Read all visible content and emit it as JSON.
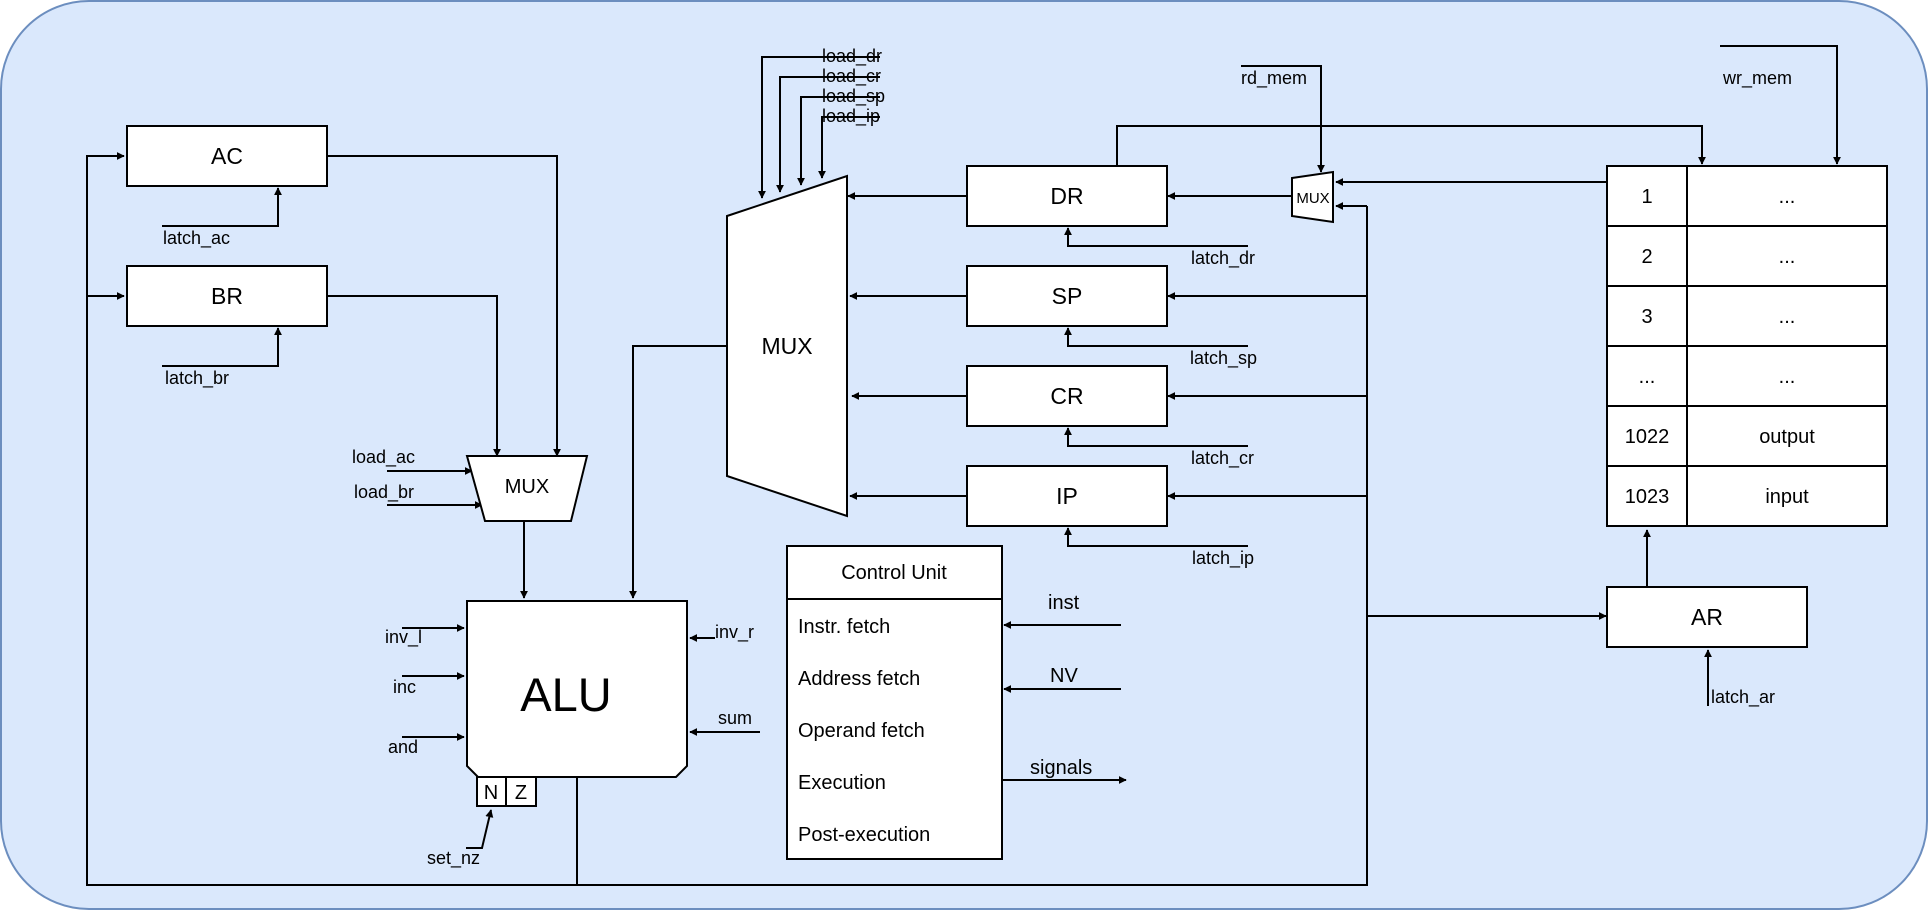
{
  "registers": {
    "ac": "AC",
    "br": "BR",
    "dr": "DR",
    "sp": "SP",
    "cr": "CR",
    "ip": "IP",
    "ar": "AR"
  },
  "mux": {
    "left": "MUX",
    "center": "MUX",
    "memory": "MUX"
  },
  "alu": {
    "label": "ALU",
    "flag_n": "N",
    "flag_z": "Z"
  },
  "control_unit": {
    "title": "Control Unit",
    "stages": [
      "Instr. fetch",
      "Address fetch",
      "Operand fetch",
      "Execution",
      "Post-execution"
    ],
    "inputs": [
      "inst",
      "NV"
    ],
    "output": "signals"
  },
  "memory": {
    "rows": [
      {
        "address": "1",
        "value": "..."
      },
      {
        "address": "2",
        "value": "..."
      },
      {
        "address": "3",
        "value": "..."
      },
      {
        "address": "...",
        "value": "..."
      },
      {
        "address": "1022",
        "value": "output"
      },
      {
        "address": "1023",
        "value": "input"
      }
    ]
  },
  "signals": {
    "latch_ac": "latch_ac",
    "latch_br": "latch_br",
    "load_ac": "load_ac",
    "load_br": "load_br",
    "inv_l": "inv_l",
    "inc": "inc",
    "and": "and",
    "inv_r": "inv_r",
    "sum": "sum",
    "set_nz": "set_nz",
    "load_dr": "load_dr",
    "load_cr": "load_cr",
    "load_sp": "load_sp",
    "load_ip": "load_ip",
    "latch_dr": "latch_dr",
    "latch_sp": "latch_sp",
    "latch_cr": "latch_cr",
    "latch_ip": "latch_ip",
    "rd_mem": "rd_mem",
    "wr_mem": "wr_mem",
    "latch_ar": "latch_ar"
  }
}
